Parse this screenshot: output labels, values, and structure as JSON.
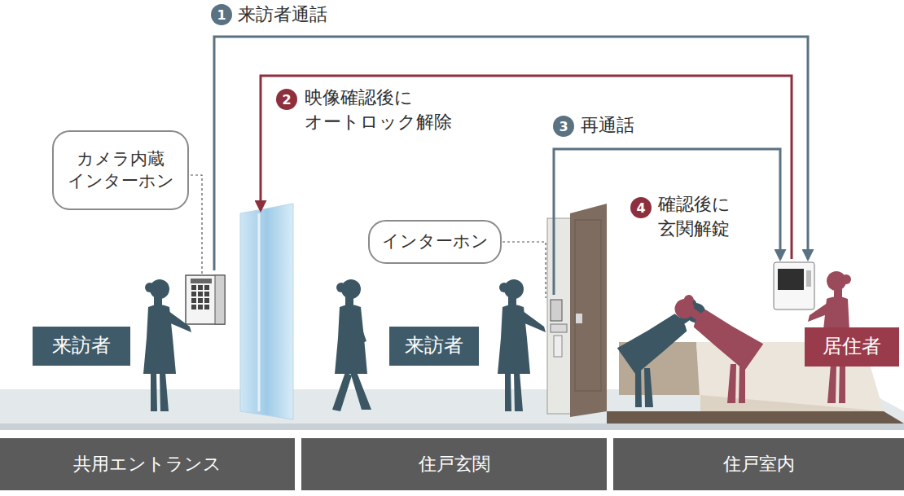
{
  "diagram": {
    "nodes": [
      {
        "text": [
          "カメラ内蔵 インターホン"
        ]
      },
      {
        "text": [
          "インターホン"
        ]
      },
      {
        "text": [
          "来訪者"
        ]
      },
      {
        "text": [
          "来訪者"
        ]
      },
      {
        "text": [
          "居住者"
        ]
      },
      {
        "text": [
          "共用エントランス"
        ]
      },
      {
        "text": [
          "住戸玄関"
        ]
      },
      {
        "text": [
          "住戸室内"
        ]
      }
    ],
    "labels": [
      "1",
      "来訪者通話",
      "2",
      "映像確認後に オートロック解除",
      "3",
      "再通話",
      "4",
      "確認後に 玄関解錠"
    ]
  }
}
